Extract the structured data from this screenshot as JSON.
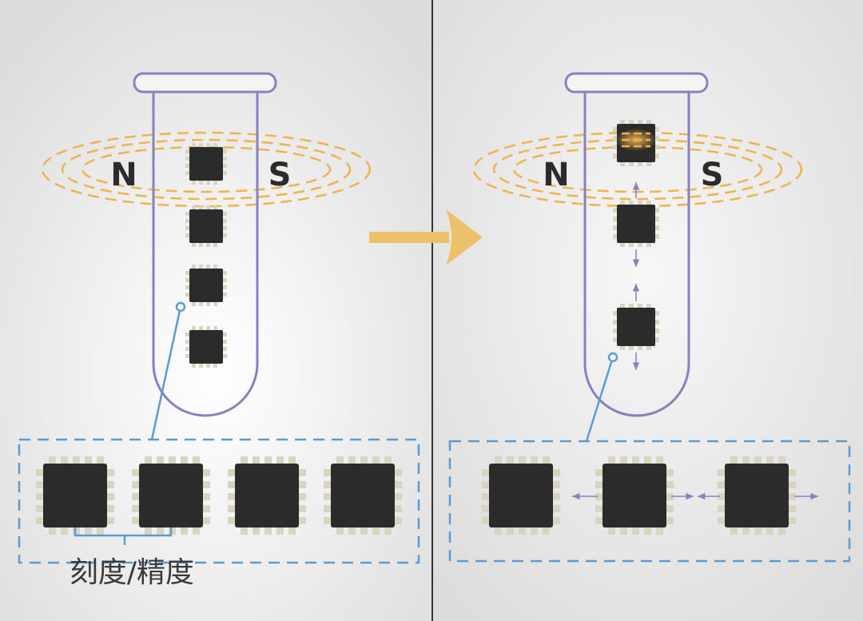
{
  "diagram": {
    "left_panel": {
      "pole_north": "N",
      "pole_south": "S",
      "caption": "刻度/精度"
    },
    "right_panel": {
      "pole_north": "N",
      "pole_south": "S"
    },
    "colors": {
      "background": "#e6e6e6",
      "tube_outline": "#8a7fc2",
      "magnetic_field": "#f0b34a",
      "arrow": "#edc16a",
      "callout_line": "#5b9bd5",
      "dashed_box": "#5b9bd5",
      "chip_body": "#2b2b2b",
      "chip_pin": "#d9d3c2",
      "motion_arrow": "#8a7fc2",
      "divider": "#333333"
    }
  }
}
